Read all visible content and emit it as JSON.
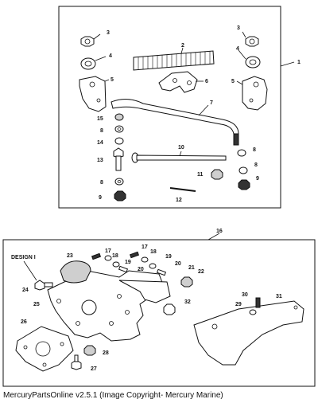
{
  "diagram": {
    "design_label": "DESIGN I",
    "callouts": {
      "c1": "1",
      "c2": "2",
      "c3a": "3",
      "c3b": "3",
      "c4a": "4",
      "c4b": "4",
      "c5a": "5",
      "c5b": "5",
      "c6": "6",
      "c7": "7",
      "c8a": "8",
      "c8b": "8",
      "c8c": "8",
      "c8d": "8",
      "c9a": "9",
      "c9b": "9",
      "c10": "10",
      "c11": "11",
      "c12": "12",
      "c13": "13",
      "c14": "14",
      "c15": "15",
      "c16": "16",
      "c17a": "17",
      "c17b": "17",
      "c18a": "18",
      "c18b": "18",
      "c19a": "19",
      "c19b": "19",
      "c20a": "20",
      "c20b": "20",
      "c21": "21",
      "c22": "22",
      "c23": "23",
      "c24": "24",
      "c25": "25",
      "c26": "26",
      "c27": "27",
      "c28": "28",
      "c29": "29",
      "c30": "30",
      "c31": "31",
      "c32": "32"
    }
  },
  "footer": {
    "text": "MercuryPartsOnline v2.5.1 (Image Copyright- Mercury Marine)"
  }
}
